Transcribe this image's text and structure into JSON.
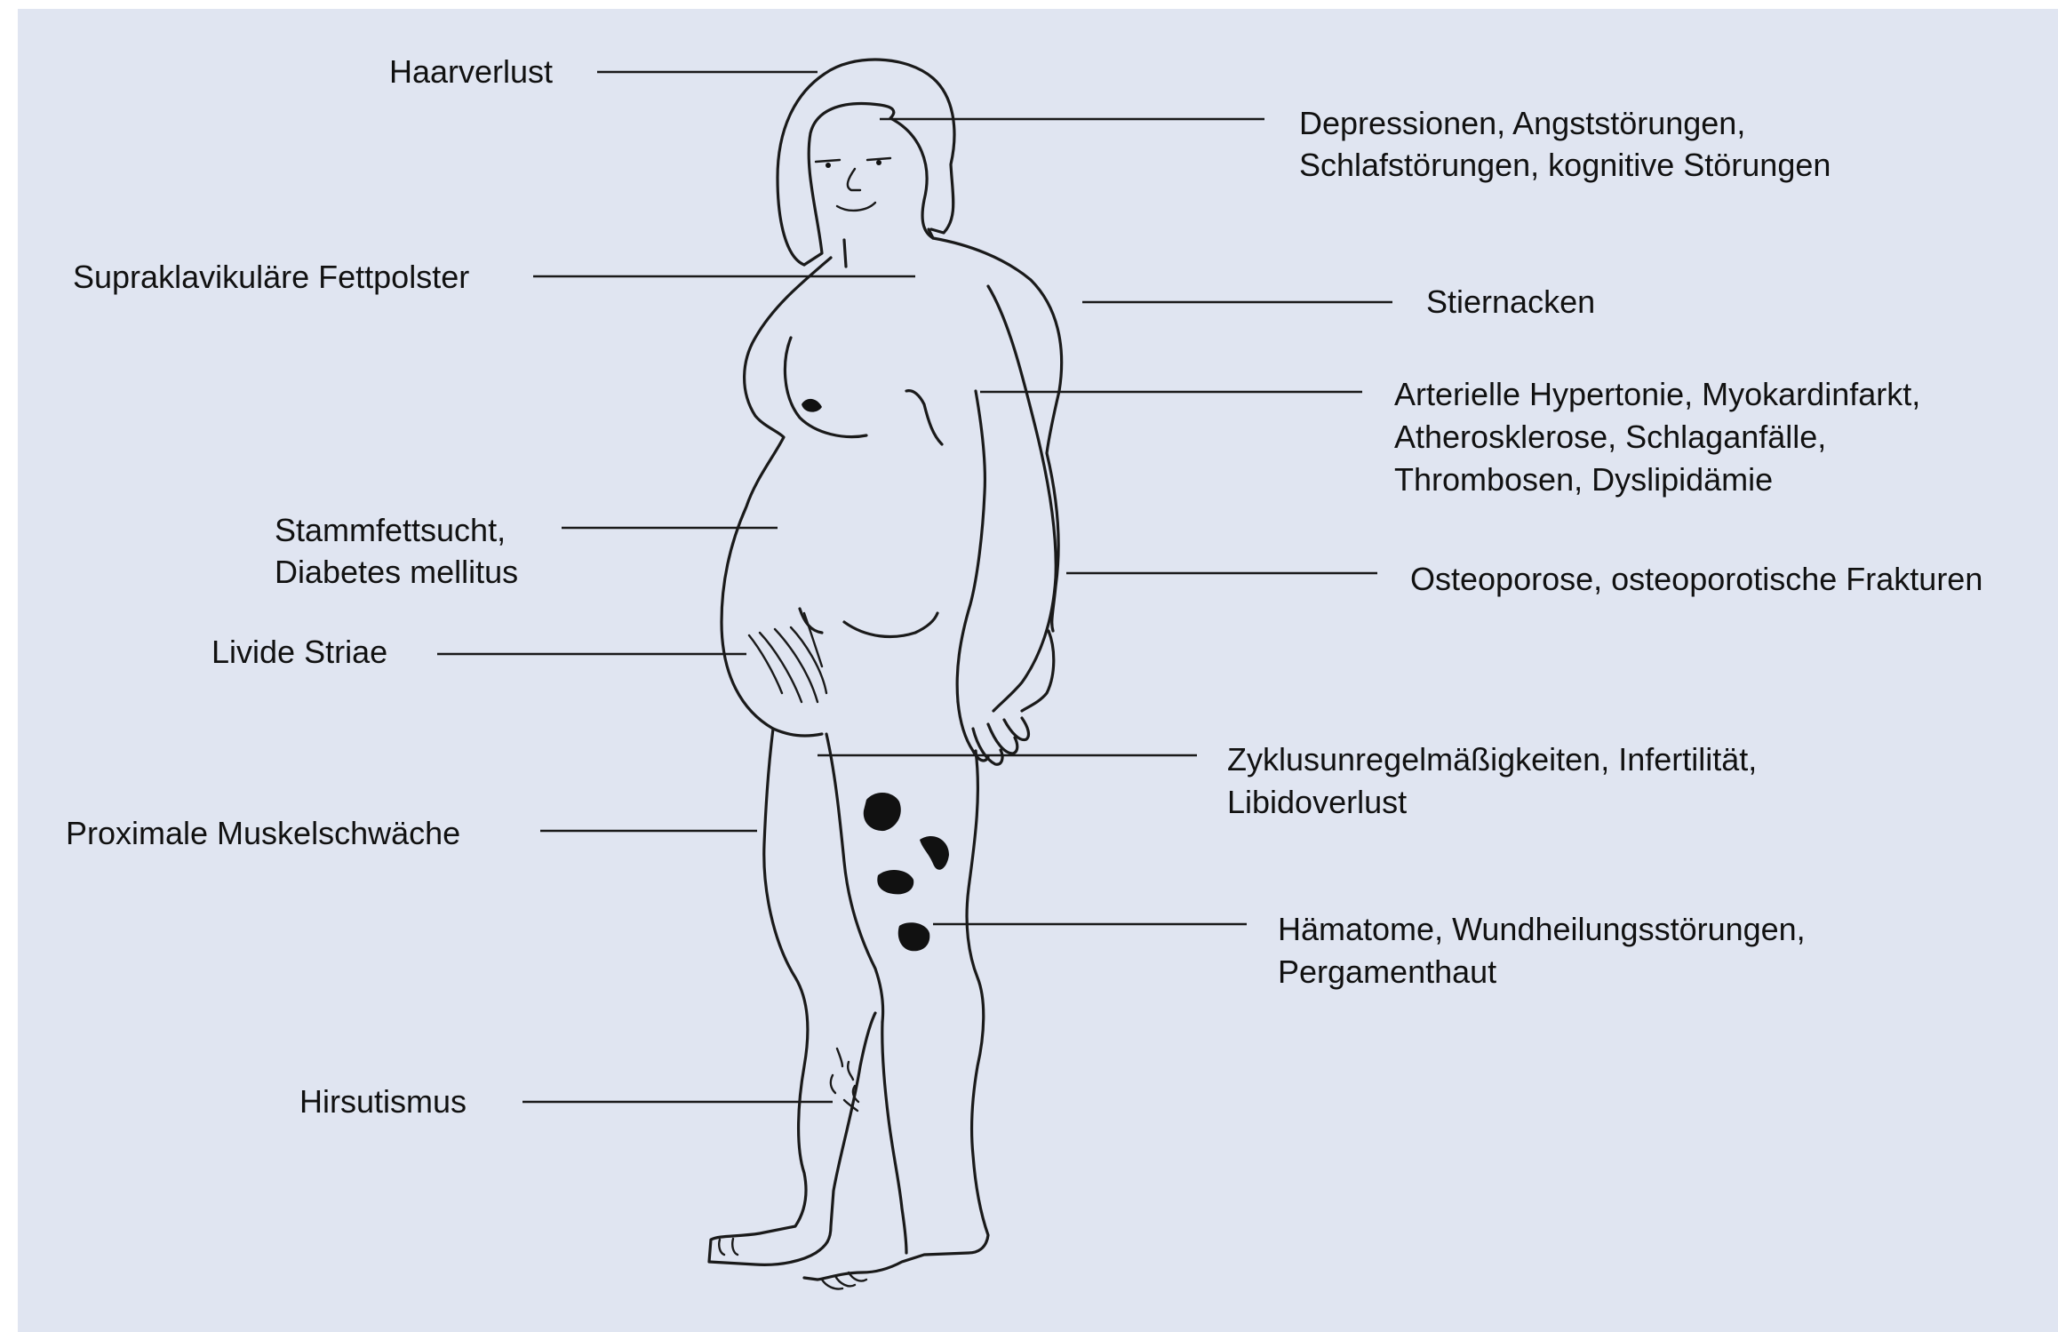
{
  "labels": {
    "haarverlust": "Haarverlust",
    "depressionen_1": "Depressionen, Angststörungen,",
    "depressionen_2": "Schlafstörungen, kognitive Störungen",
    "supraklavikulaer": "Supraklavikuläre Fettpolster",
    "stiernacken": "Stiernacken",
    "hypertonie_1": "Arterielle Hypertonie, Myokardinfarkt,",
    "hypertonie_2": "Atherosklerose, Schlaganfälle,",
    "hypertonie_3": "Thrombosen, Dyslipidämie",
    "stammfettsucht_1": "Stammfettsucht,",
    "stammfettsucht_2": "Diabetes mellitus",
    "osteoporose": "Osteoporose, osteoporotische Frakturen",
    "striae": "Livide Striae",
    "zyklus_1": "Zyklusunregelmäßigkeiten, Infertilität,",
    "zyklus_2": "Libidoverlust",
    "muskelschwaeche": "Proximale Muskelschwäche",
    "haematome_1": "Hämatome, Wundheilungsstörungen,",
    "haematome_2": "Pergamenthaut",
    "hirsutismus": "Hirsutismus"
  },
  "colors": {
    "background": "#e0e5f1",
    "line": "#1a1a1a",
    "text": "#111111"
  }
}
